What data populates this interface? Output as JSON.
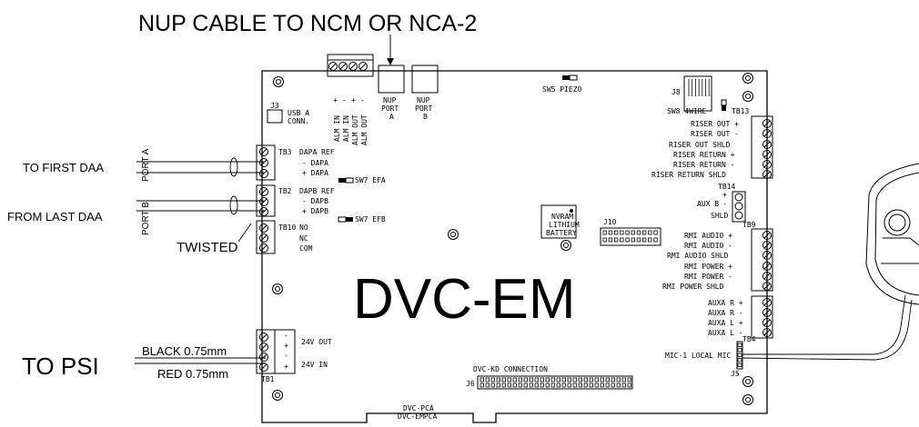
{
  "title": "NUP CABLE TO NCM OR NCA-2",
  "board_name": "DVC-EM",
  "external_labels": {
    "to_first_daa": "TO FIRST DAA",
    "from_last_daa": "FROM LAST DAA",
    "port_a": "PORT A",
    "port_b": "PORT B",
    "twisted": "TWISTED",
    "to_psi": "TO PSI",
    "black_wire": "BLACK 0.75mm",
    "red_wire": "RED 0.75mm"
  },
  "connectors": {
    "j3": "J3",
    "usb_a_conn_1": "USB A",
    "usb_a_conn_2": "CONN.",
    "tb3": "TB3",
    "tb3_pins": [
      "DAPA REF",
      "- DAPA",
      "+ DAPA"
    ],
    "tb2": "TB2",
    "tb2_pins": [
      "DAPB REF",
      "- DAPB",
      "+ DAPB"
    ],
    "tb10": "TB10",
    "tb10_pins": [
      "NO",
      "NC",
      "COM"
    ],
    "tb1": "TB1",
    "tb1_pins": [
      "24V OUT",
      "24V IN"
    ],
    "alarm_signs": [
      "+",
      "-",
      "+",
      "-"
    ],
    "alarm_pins": [
      "ALM IN",
      "ALM IN",
      "ALM OUT",
      "ALM OUT"
    ],
    "nup_port_a": [
      "NUP",
      "PORT",
      "A"
    ],
    "nup_port_b": [
      "NUP",
      "PORT",
      "B"
    ],
    "sw5": "SW5 PIEZO",
    "sw7_efa": "SW7 EFA",
    "sw7_efb": "SW7 EFB",
    "j8": "J8",
    "sw8": "SW8 4WIRE",
    "tb13": "TB13",
    "tb13_pins": [
      "RISER OUT +",
      "RISER OUT -",
      "RISER OUT SHLD",
      "RISER RETURN +",
      "RISER RETURN -",
      "RISER RETURN SHLD"
    ],
    "tb14": "TB14",
    "tb14_pins": [
      "+",
      "AUX B",
      "-",
      "SHLD"
    ],
    "tb9": "TB9",
    "tb9_pins": [
      "RMI AUDIO +",
      "RMI AUDIO -",
      "RMI AUDIO SHLD",
      "RMI POWER +",
      "RMI POWER -",
      "RMI POWER SHLD"
    ],
    "tb4": "TB4",
    "tb4_pins": [
      "AUXA R +",
      "AUXA R -",
      "AUXA L +",
      "AUXA L -"
    ],
    "nvram": [
      "NVRAM",
      "LITHIUM",
      "BATTERY"
    ],
    "j10": "J10",
    "mic": "MIC-1 LOCAL MIC",
    "j5": "J5",
    "dvc_kd": "DVC-KD CONNECTION",
    "j6": "J6",
    "board_variants": [
      "DVC-PCA",
      "DVC-EMPCA"
    ]
  }
}
